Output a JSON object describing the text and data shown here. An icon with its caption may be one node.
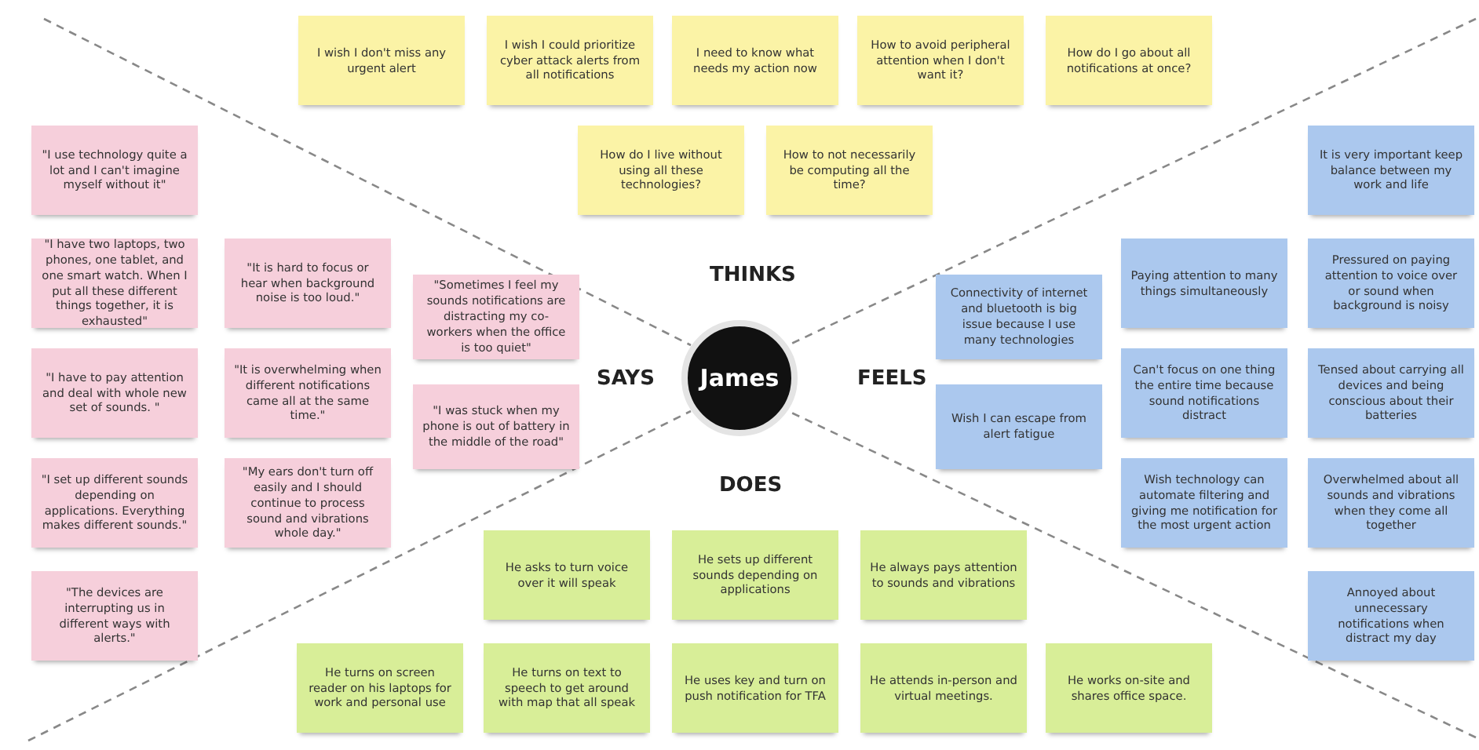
{
  "diagram": {
    "nodes": [
      {
        "text": [
          "I wish I don't miss any urgent alert"
        ]
      },
      {
        "text": [
          "I wish I could prioritize cyber attack alerts from all notifications"
        ]
      },
      {
        "text": [
          "I need to know what needs my action now"
        ]
      },
      {
        "text": [
          "How to avoid peripheral attention when I don't want it?"
        ]
      },
      {
        "text": [
          "How do I go about all notifications at once?"
        ]
      },
      {
        "text": [
          "How do I live without using all these technologies?"
        ]
      },
      {
        "text": [
          "How to not necessarily be computing all the time?"
        ]
      },
      {
        "text": [
          "\"I use technology quite a lot and I can't imagine myself without it\""
        ]
      },
      {
        "text": [
          "\"I have two laptops, two phones, one tablet, and one smart watch. When I put all these different things together, it is exhausted\""
        ]
      },
      {
        "text": [
          "\"It is hard to focus or hear when background noise is too loud.\""
        ]
      },
      {
        "text": [
          "\"Sometimes I feel my sounds notifications are distracting my co-workers when the office is too quiet\""
        ]
      },
      {
        "text": [
          "\"I have to pay attention and deal with whole new set of sounds. \""
        ]
      },
      {
        "text": [
          "\"It is overwhelming when different notifications came all at the same time.\""
        ]
      },
      {
        "text": [
          "\"I was stuck when my phone is out of battery in the middle of the road\""
        ]
      },
      {
        "text": [
          "\"I set up different sounds depending on applications. Everything makes different sounds.\""
        ]
      },
      {
        "text": [
          "\"My ears don't turn off easily and I should continue to process sound and vibrations whole day.\""
        ]
      },
      {
        "text": [
          "\"The devices are interrupting us in different ways with alerts.\""
        ]
      },
      {
        "text": [
          "James"
        ]
      },
      {
        "text": [
          "It is very important keep balance between my work and life"
        ]
      },
      {
        "text": [
          "Paying attention to  many things simultaneously"
        ]
      },
      {
        "text": [
          "Pressured on paying attention to voice over or sound when background is noisy"
        ]
      },
      {
        "text": [
          "Connectivity of internet and bluetooth is big issue because I use many technologies"
        ]
      },
      {
        "text": [
          "Can't focus on one thing the entire time because sound notifications distract"
        ]
      },
      {
        "text": [
          "Tensed about carrying all devices and being conscious about their batteries"
        ]
      },
      {
        "text": [
          "Wish I can escape from alert fatigue"
        ]
      },
      {
        "text": [
          "Wish technology can automate filtering and giving me notification for the most urgent action"
        ]
      },
      {
        "text": [
          "Overwhelmed about all sounds and vibrations when they come all together"
        ]
      },
      {
        "text": [
          "Annoyed about unnecessary notifications when distract my day"
        ]
      },
      {
        "text": [
          "He asks to turn voice over it will speak"
        ]
      },
      {
        "text": [
          "He sets up different sounds depending on applications"
        ]
      },
      {
        "text": [
          "He always pays attention to sounds and vibrations"
        ]
      },
      {
        "text": [
          "He turns on screen reader on his laptops for work and personal use"
        ]
      },
      {
        "text": [
          "He turns on text to speech to get around with map that all speak"
        ]
      },
      {
        "text": [
          "He uses key and turn on push notification for TFA"
        ]
      },
      {
        "text": [
          "He attends in-person and virtual meetings."
        ]
      },
      {
        "text": [
          "He works on-site and shares office space."
        ]
      }
    ],
    "labels": [
      "THINKS",
      "SAYS",
      "FEELS",
      "DOES"
    ]
  }
}
